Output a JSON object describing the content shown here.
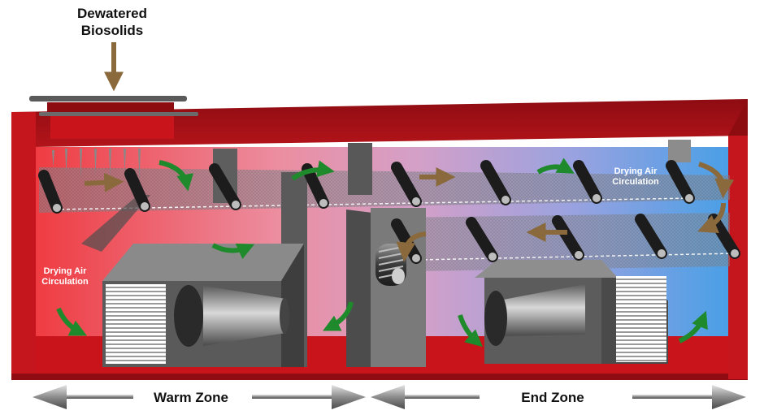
{
  "labels": {
    "feed": "Dewatered Biosolids",
    "air_circulation_right": "Drying Air Circulation",
    "air_circulation_left": "Drying Air Circulation",
    "warm_zone": "Warm Zone",
    "end_zone": "End Zone"
  },
  "colors": {
    "housing": "#c4161c",
    "housing_dark": "#7c0a0e",
    "warm_interior": "#ef4a50",
    "end_interior": "#54a6ea",
    "belt": "#707070",
    "airflow_arrow": "#1f8a2c",
    "material_arrow": "#8a6a3c"
  }
}
